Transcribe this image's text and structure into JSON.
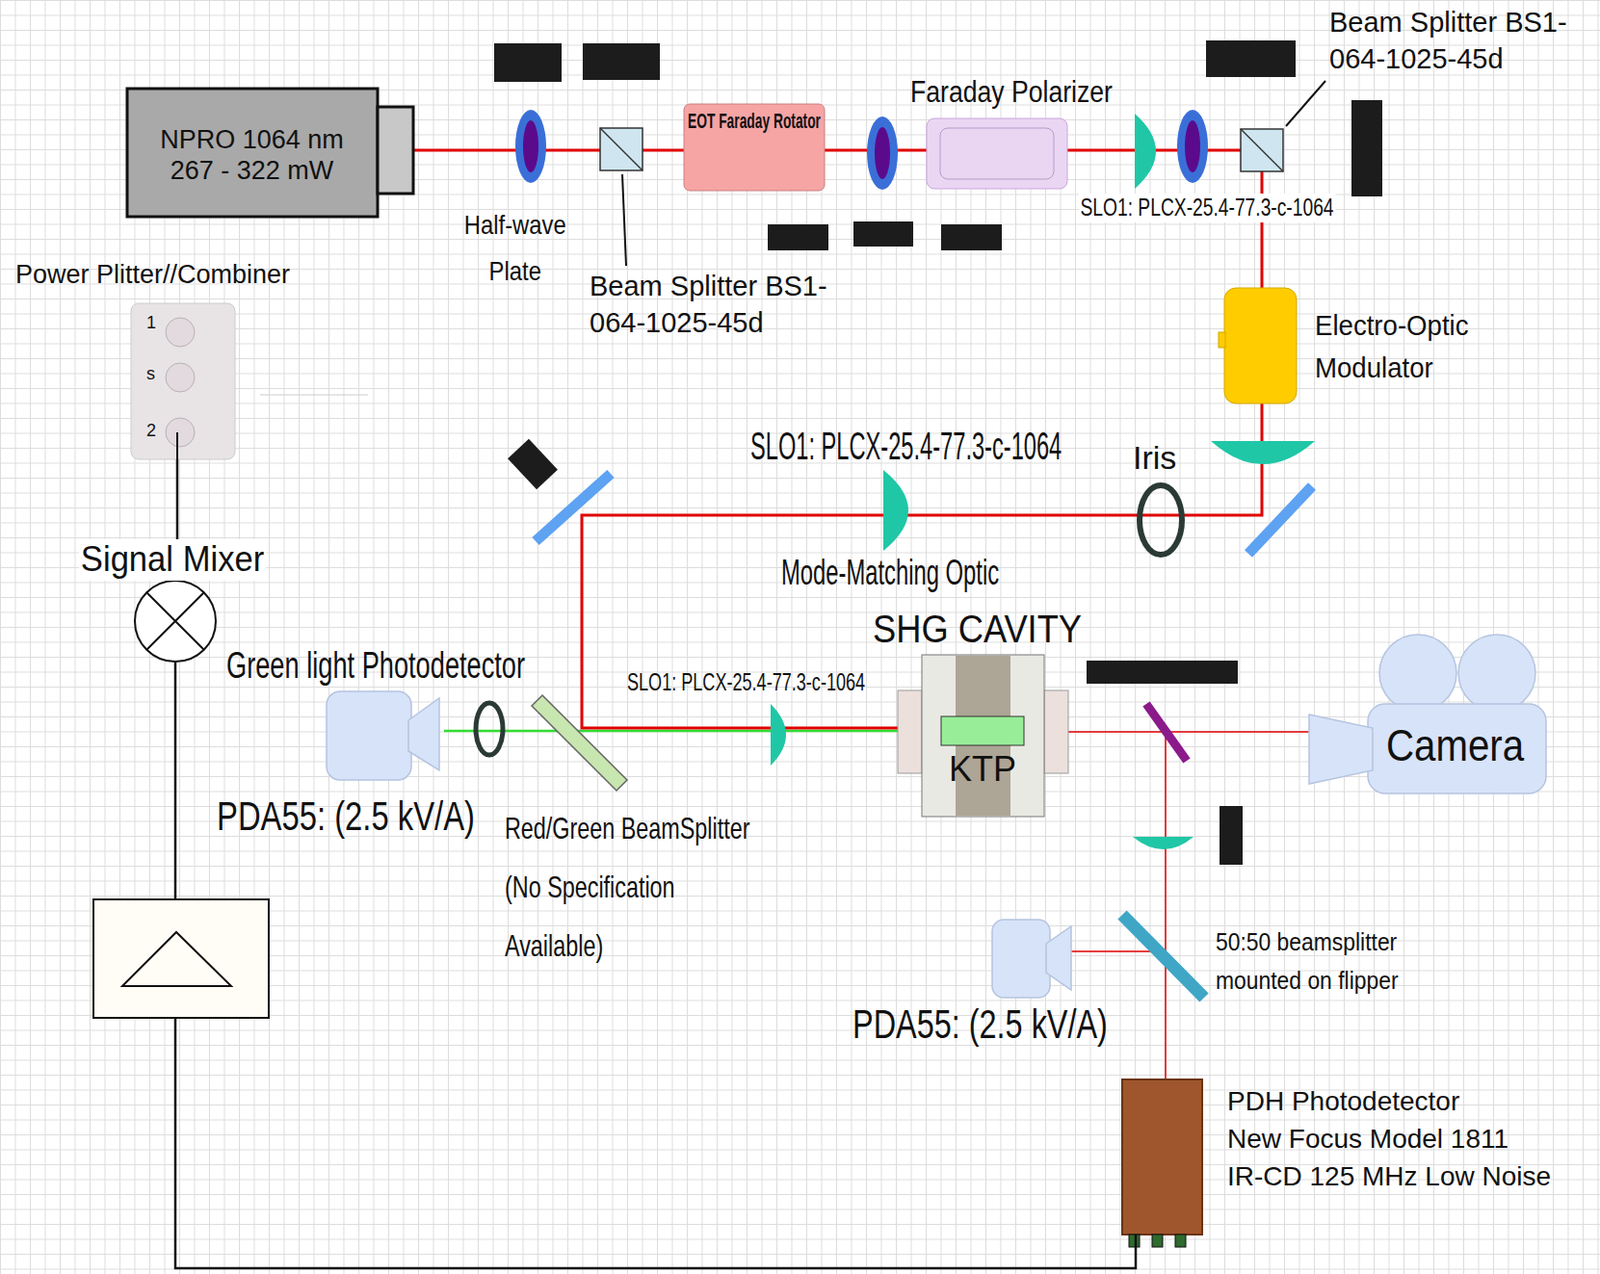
{
  "diagram": {
    "nodes": [
      {
        "text": [
          "NPRO 1064 nm 267 - 322 mW"
        ]
      },
      {
        "text": [
          "EOT Faraday Rotator"
        ]
      },
      {
        "text": [
          "Faraday Polarizer"
        ]
      },
      {
        "text": [
          "Power Plitter//Combiner",
          "1",
          "s",
          "2"
        ]
      },
      {
        "text": [
          "Electro-Optic Modulator"
        ]
      },
      {
        "text": [
          "Signal Mixer"
        ]
      },
      {
        "text": [
          "SHG CAVITY"
        ]
      },
      {
        "text": [
          "KTP"
        ],
        "in": 6
      },
      {
        "text": [
          "Green light Photodetector",
          "PDA55: (2.5 kV/A)"
        ]
      },
      {
        "text": [
          "Camera"
        ]
      },
      {
        "text": [
          "PDA55: (2.5 kV/A)"
        ]
      },
      {
        "text": [
          "PDH Photodetector",
          "New Focus Model 1811",
          "IR-CD 125 MHz Low Noise"
        ]
      }
    ],
    "edges": [
      {
        "from": 5,
        "to": 3,
        "arrow": "none"
      },
      {
        "from": 11,
        "to": 5,
        "arrow": "none"
      }
    ],
    "labels": [
      "Half-wave Plate",
      "Beam Splitter BS1-064-1025-45d",
      "Beam Splitter BS1-064-1025-45d",
      "SLO1: PLCX-25.4-77.3-c-1064",
      "SLO1: PLCX-25.4-77.3-c-1064",
      "Iris",
      "Mode-Matching Optic",
      "SLO1: PLCX-25.4-77.3-c-1064",
      "Red/Green BeamSplitter (No Specification Available)",
      "50:50 beamsplitter mounted on flipper"
    ]
  }
}
